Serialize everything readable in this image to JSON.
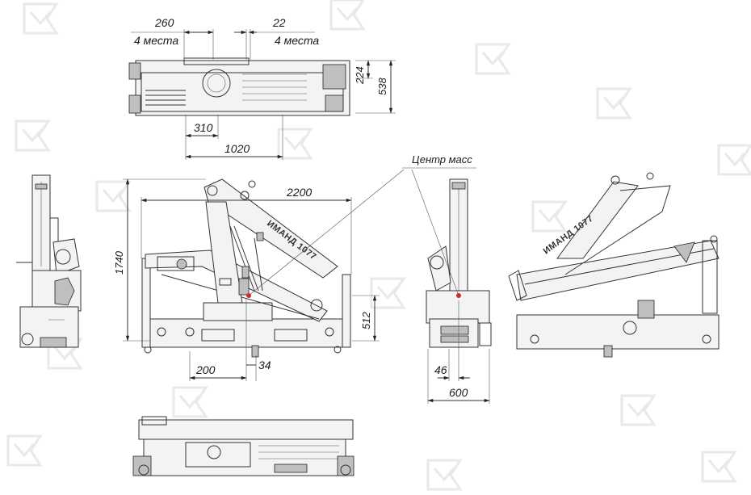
{
  "top_view": {
    "dim_spacing": "260",
    "dim_spacing_note": "4 места",
    "dim_hole": "22",
    "dim_hole_note": "4 места",
    "dim_height_small": "224",
    "dim_height_total": "538",
    "dim_offset": "310",
    "dim_length": "1020"
  },
  "side_view": {
    "dim_height": "1740",
    "dim_reach": "2200",
    "dim_base_height": "512",
    "dim_center_offset": "200",
    "dim_center_shift": "34",
    "boom_text": "ИМАНД 1077"
  },
  "front_view": {
    "center_of_mass_label": "Центр масс",
    "dim_center": "46",
    "dim_width": "600"
  },
  "rear_view": {
    "boom_text": "ИМАНД 1077"
  },
  "colors": {
    "line": "#333333",
    "center_of_mass": "#d92b1f",
    "watermark": "#e4e4e4"
  }
}
